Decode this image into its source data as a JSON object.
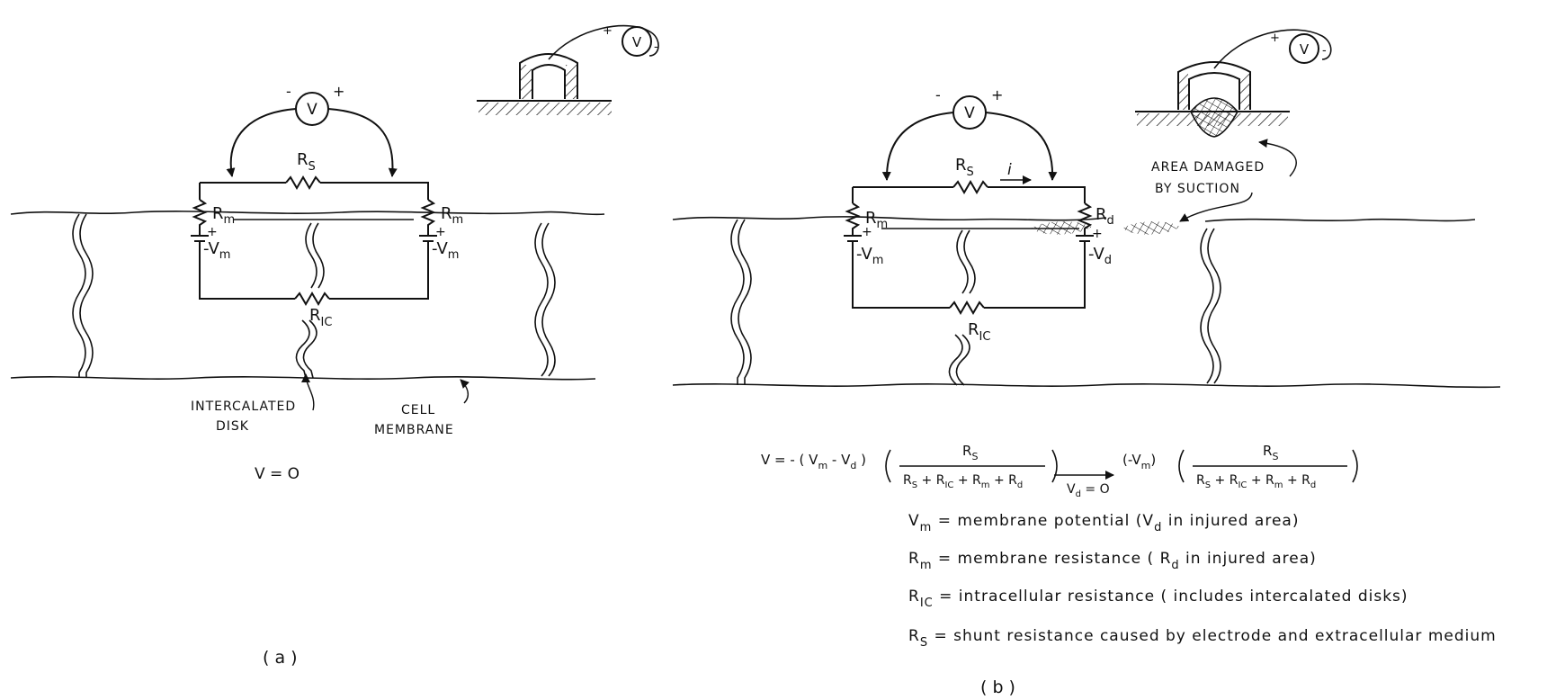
{
  "panel_a": {
    "meter": "V",
    "meter_minus": "-",
    "meter_plus": "+",
    "rs": "R",
    "rs_sub": "S",
    "rm_left": "R",
    "rm_left_sub": "m",
    "vm_left": "V",
    "vm_left_sub": "m",
    "rm_right": "R",
    "rm_right_sub": "m",
    "vm_right": "V",
    "vm_right_sub": "m",
    "ric": "R",
    "ric_sub": "IC",
    "intercalated_1": "INTERCALATED",
    "intercalated_2": "DISK",
    "cell_1": "CELL",
    "cell_2": "MEMBRANE",
    "result": "V = O",
    "caption": "( a )"
  },
  "panel_b": {
    "meter": "V",
    "meter_minus": "-",
    "meter_plus": "+",
    "rs": "R",
    "rs_sub": "S",
    "current": "i",
    "rm": "R",
    "rm_sub": "m",
    "vm": "V",
    "vm_sub": "m",
    "rd": "R",
    "rd_sub": "d",
    "vd": "V",
    "vd_sub": "d",
    "ric": "R",
    "ric_sub": "IC",
    "damaged_1": "AREA  DAMAGED",
    "damaged_2": "BY  SUCTION",
    "caption": "( b )"
  },
  "equation": {
    "lhs": "V = - ( V",
    "lhs_sub_m": "m",
    "lhs_mid": " - V",
    "lhs_sub_d": "d",
    "lhs_close": " )",
    "num1": "R",
    "num1_sub": "S",
    "den1": "R",
    "den1_s": "S",
    "den1_plus_ric": " + R",
    "den1_ic": "IC",
    "den1_plus_rm": " + R",
    "den1_m": "m",
    "den1_plus_rd": " + R",
    "den1_d": "d",
    "arrow_label": "V",
    "arrow_label_sub": "d",
    "arrow_label_eq": " = O",
    "mid": "(-V",
    "mid_sub": "m",
    "mid_close": ")",
    "num2": "R",
    "num2_sub": "S",
    "den2": "R",
    "den2_s": "S",
    "den2_plus_ric": "  + R",
    "den2_ic": "IC",
    "den2_plus_rm": " + R",
    "den2_m": "m",
    "den2_plus_rd": " + R",
    "den2_d": "d"
  },
  "definitions": [
    {
      "sym": "V",
      "sub": "m",
      "text": " =  membrane  potential  (V",
      "sub2": "d",
      "text2": "  in  injured  area)"
    },
    {
      "sym": "R",
      "sub": "m",
      "text": " =  membrane  resistance  ( R",
      "sub2": "d",
      "text2": "  in  injured  area)"
    },
    {
      "sym": "R",
      "sub": "IC",
      "text": " =  intracellular  resistance  ( includes  intercalated  disks)",
      "sub2": "",
      "text2": ""
    },
    {
      "sym": "R",
      "sub": "S",
      "text": "  =  shunt  resistance  caused  by  electrode   and   extracellular  medium",
      "sub2": "",
      "text2": ""
    }
  ]
}
